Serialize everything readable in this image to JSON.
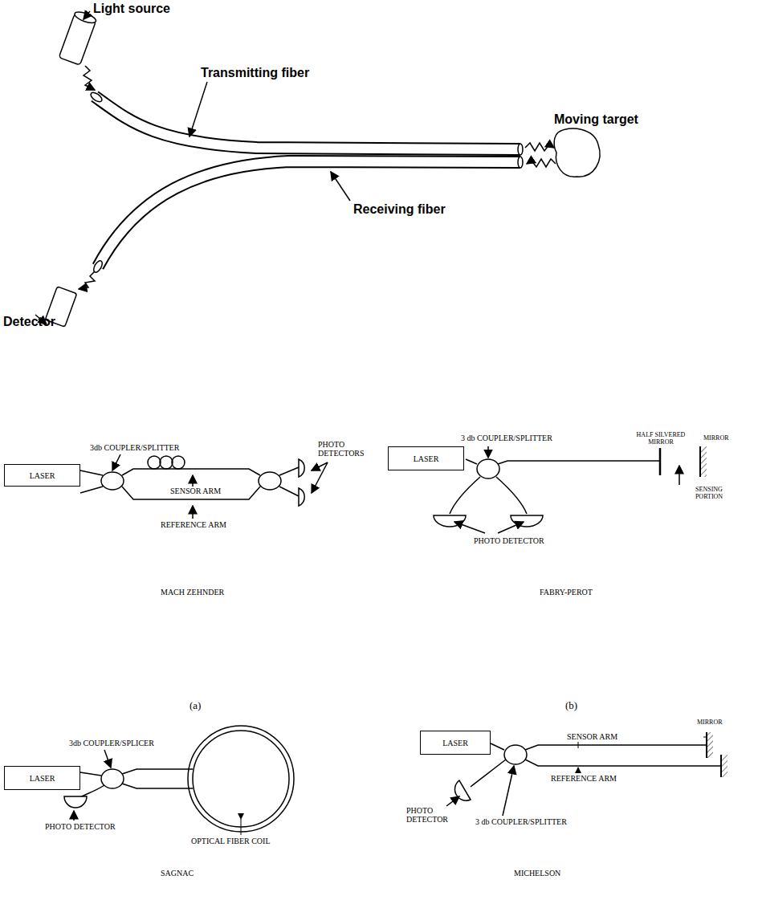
{
  "diagram": {
    "nodes": [
      {
        "text": [
          "LASER"
        ]
      },
      {
        "text": [
          "LASER"
        ]
      },
      {
        "text": [
          "LASER"
        ]
      },
      {
        "text": [
          "LASER"
        ]
      }
    ],
    "labels": [
      "Light source",
      "Transmitting fiber",
      "Moving target",
      "Receiving fiber",
      "Detector",
      "3db COUPLER/SPLITTER",
      "SENSOR ARM",
      "REFERENCE ARM",
      "PHOTO DETECTORS",
      "MACH ZEHNDER",
      "3 db COUPLER/SPLITTER",
      "HALF SILVERED MIRROR",
      "MIRROR",
      "SENSING PORTION",
      "PHOTO DETECTOR",
      "FABRY-PEROT",
      "(a)",
      "(b)",
      "3db COUPLER/SPLICER",
      "PHOTO DETECTOR",
      "OPTICAL FIBER COIL",
      "SAGNAC",
      "SENSOR ARM",
      "MIRROR",
      "REFERENCE ARM",
      "PHOTO DETECTOR",
      "3 db COUPLER/SPLITTER",
      "MICHELSON"
    ]
  }
}
